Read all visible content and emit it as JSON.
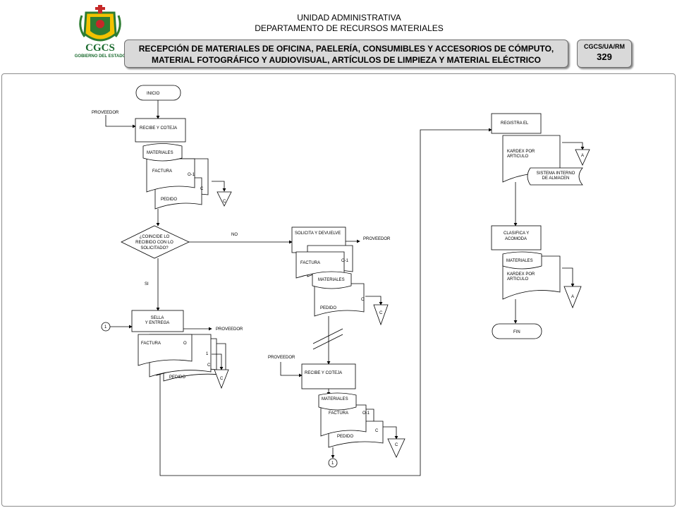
{
  "header": {
    "unit_line1": "UNIDAD ADMINISTRATIVA",
    "unit_line2": "DEPARTAMENTO DE RECURSOS MATERIALES",
    "title_line1": "RECEPCIÓN DE MATERIALES DE OFICINA, PAELERÍA, CONSUMIBLES Y ACCESORIOS DE CÓMPUTO,",
    "title_line2": "MATERIAL FOTOGRÁFICO Y AUDIOVISUAL, ARTÍCULOS DE LIMPIEZA Y MATERIAL ELÉCTRICO",
    "code_label": "CGCS/UA/RM",
    "code_number": "329"
  },
  "logo": {
    "text": "CGCS",
    "subtext": "GOBIERNO DEL ESTADO",
    "colors": {
      "shield_green": "#2e7d32",
      "shield_yellow": "#f2c200",
      "shield_red": "#c62828",
      "text": "#1b6b2f"
    }
  },
  "flow": {
    "start": "INICIO",
    "end": "FIN",
    "proveedor": "PROVEEDOR",
    "recibe_coteja": "RECIBE  Y COTEJA",
    "materiales": "MATERIALES",
    "factura": "FACTURA",
    "pedido": "PEDIDO",
    "o1": "O-1",
    "o": "O",
    "one": "1",
    "c": "C",
    "a": "A",
    "decision_line1": "¿COINCIDE LO",
    "decision_line2": "RECIBIDO CON LO",
    "decision_line3": "SOLICITADO?",
    "no": "NO",
    "si": "SI",
    "sella_line1": "SELLA",
    "sella_line2": "Y ENTREGA",
    "solicita": "SOLICITA Y DEVUELVE",
    "registra": "REGISTRA EL",
    "kardex_line1": "KARDEX POR",
    "kardex_line2": "ARTICULO",
    "sistema_line1": "SISTEMA INTERNO",
    "sistema_line2": "DE ALMACEN",
    "clasifica_line1": "CLASIFICA  Y",
    "clasifica_line2": "ACOMODA"
  }
}
